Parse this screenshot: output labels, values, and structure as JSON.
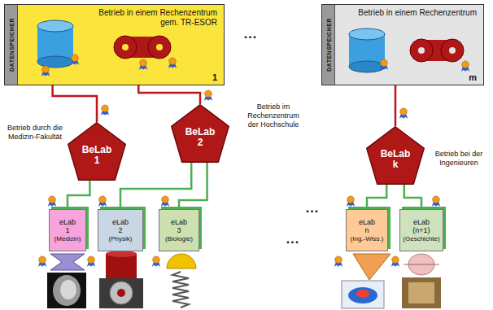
{
  "diagram": {
    "nodes": [
      {
        "text": [
          "Betrieb in einem Rechenzentrum gem. TR-ESOR",
          "DATENSPEICHER",
          "1"
        ]
      },
      {
        "text": [
          "Betrieb in einem Rechenzentrum",
          "DATENSPEICHER",
          "m"
        ]
      },
      {
        "text": [
          "BeLab 1"
        ]
      },
      {
        "text": [
          "BeLab 2"
        ]
      },
      {
        "text": [
          "BeLab k"
        ]
      },
      {
        "text": [
          "eLab 1",
          "(Medizin)"
        ]
      },
      {
        "text": [
          "eLab 2",
          "(Physik)"
        ]
      },
      {
        "text": [
          "eLab 3",
          "(Biologie)"
        ]
      },
      {
        "text": [
          "eLab n",
          "(Ing.-Wiss.)"
        ]
      },
      {
        "text": [
          "eLab (n+1)",
          "(Geschichte)"
        ]
      }
    ],
    "edges": [
      {
        "from": 0,
        "to": 2,
        "arrow": "none"
      },
      {
        "from": 0,
        "to": 3,
        "arrow": "none"
      },
      {
        "from": 1,
        "to": 4,
        "arrow": "none"
      },
      {
        "from": 2,
        "to": 5,
        "arrow": "none"
      },
      {
        "from": 3,
        "to": 6,
        "arrow": "none"
      },
      {
        "from": 3,
        "to": 7,
        "arrow": "none"
      },
      {
        "from": 4,
        "to": 8,
        "arrow": "none"
      },
      {
        "from": 4,
        "to": 9,
        "arrow": "none"
      }
    ],
    "labels": [
      "...",
      "Betrieb durch die Medizin-Fakultät",
      "Betrieb im Rechenzentrum der Hochschule",
      "...",
      "Betrieb bei der Ingenieuren",
      "..."
    ]
  }
}
